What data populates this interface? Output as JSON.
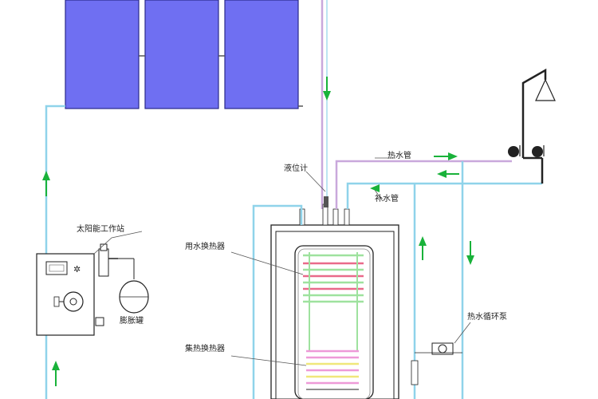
{
  "labels": {
    "solar_station": "太阳能工作站",
    "expansion_tank": "膨胀罐",
    "level_gauge": "液位计",
    "hot_water_pipe": "热水管",
    "makeup_water_pipe": "补水管",
    "usage_heat_exchanger": "用水换热器",
    "collector_heat_exchanger": "集热换热器",
    "circulation_pump": "热水循环泵"
  },
  "colors": {
    "panel_fill": "#6f6ff2",
    "panel_edge": "#2a2a8a",
    "supply_pipe": "#8fd3ea",
    "return_pipe": "#c9a8dc",
    "flow_arrow": "#19b23a",
    "coil_red": "#e96a8a",
    "coil_green": "#9ee29e",
    "coil_pink": "#ee9ad8",
    "coil_yellow": "#f0e77a",
    "outline": "#222222"
  },
  "icons": {
    "flow": "arrow-icon",
    "shower": "shower-head-icon",
    "valve": "valve-icon",
    "pump": "pump-icon",
    "tank": "expansion-tank-icon"
  }
}
